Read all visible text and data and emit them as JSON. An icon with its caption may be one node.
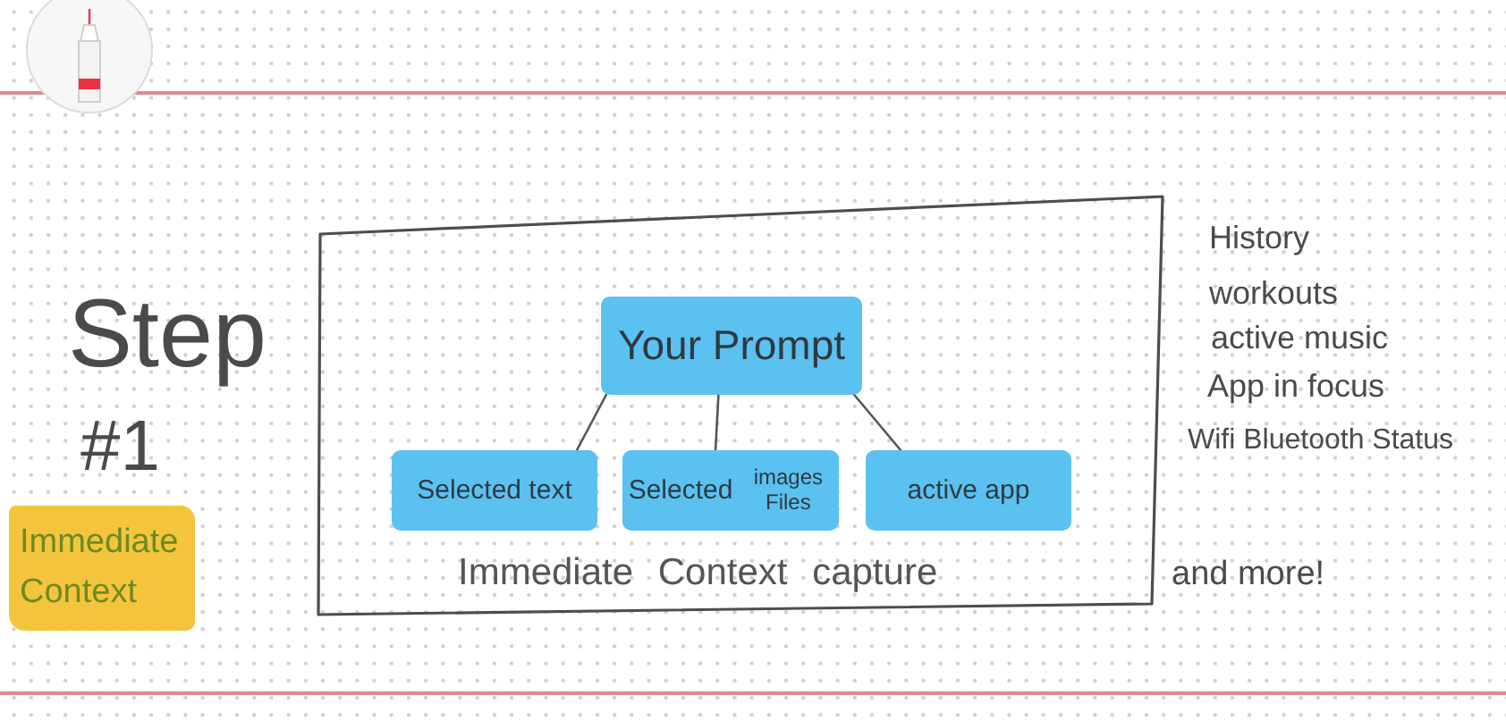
{
  "diagram": {
    "nodes": [
      {
        "text": [
          "Immediate Context"
        ]
      },
      {
        "text": [
          "Immediate Context capture"
        ]
      },
      {
        "text": [
          "Your Prompt"
        ],
        "in": 1
      },
      {
        "text": [
          "Selected text"
        ],
        "in": 1
      },
      {
        "text": [
          "Selected",
          "images Files"
        ],
        "in": 1
      },
      {
        "text": [
          "active app"
        ],
        "in": 1
      }
    ],
    "edges": [
      {
        "from": 2,
        "to": 3,
        "arrow": "none"
      },
      {
        "from": 2,
        "to": 4,
        "arrow": "none"
      },
      {
        "from": 2,
        "to": 5,
        "arrow": "none"
      }
    ],
    "labels": [
      "Step",
      "#1",
      "History",
      "workouts",
      "active music",
      "App in focus",
      "Wifi Bluetooth Status",
      "and more!"
    ]
  }
}
